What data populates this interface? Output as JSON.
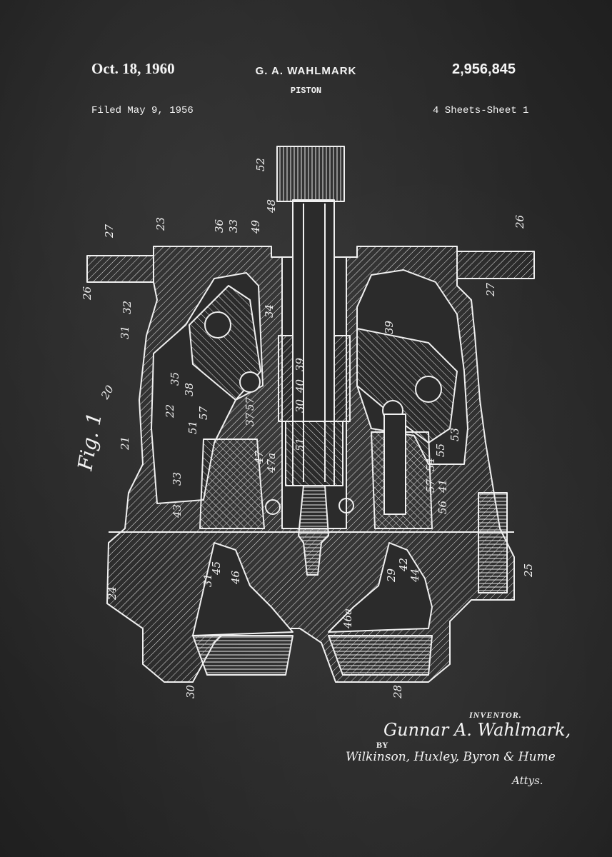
{
  "header": {
    "date": "Oct. 18, 1960",
    "inventor": "G. A. WAHLMARK",
    "patent_number": "2,956,845",
    "title": "PISTON",
    "filed": "Filed May 9, 1956",
    "sheets": "4 Sheets-Sheet 1"
  },
  "figure": {
    "label": "Fig. 1",
    "reference_numerals": [
      "52",
      "48",
      "49",
      "23",
      "27",
      "26",
      "26",
      "27",
      "36",
      "33",
      "32",
      "31",
      "34",
      "35",
      "38",
      "39",
      "30",
      "40",
      "39",
      "20",
      "22",
      "57",
      "51",
      "37",
      "57",
      "47",
      "47a",
      "33",
      "43",
      "21",
      "51",
      "53",
      "55",
      "54",
      "57",
      "41",
      "56",
      "24",
      "45",
      "46",
      "31",
      "29",
      "46a",
      "42",
      "44",
      "25",
      "30",
      "28"
    ]
  },
  "signature_block": {
    "inventor_label": "INVENTOR.",
    "signature": "Gunnar A. Wahlmark,",
    "by": "BY",
    "attorneys": "Wilkinson, Huxley, Byron & Hume",
    "attys": "Attys."
  },
  "colors": {
    "background": "#2a2a2a",
    "ink": "#f2f2f2"
  }
}
